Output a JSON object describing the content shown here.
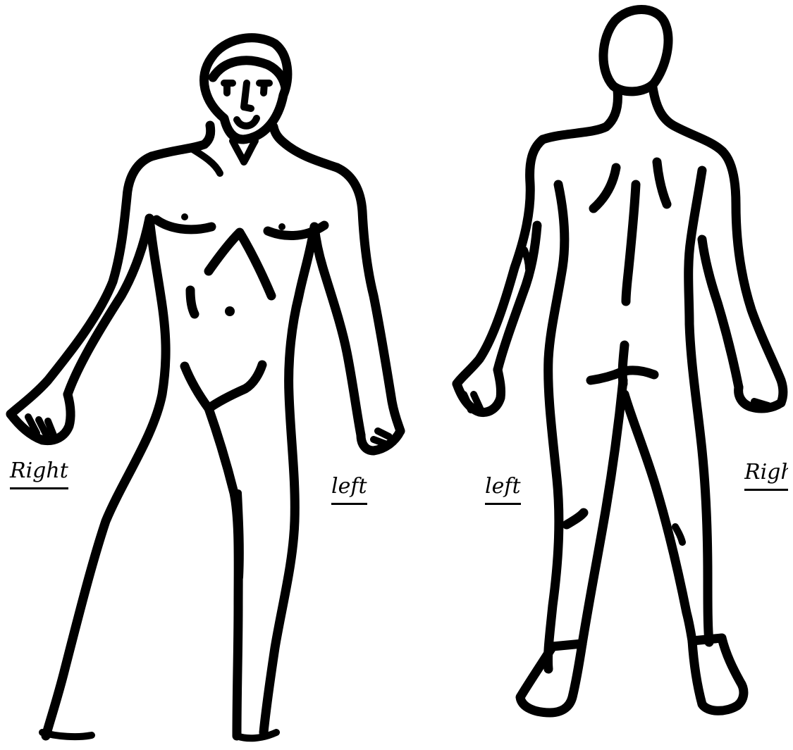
{
  "labels": {
    "front_right": "Right",
    "front_left": "left",
    "back_left": "left",
    "back_right": "Righ"
  },
  "figures": [
    {
      "view": "front",
      "icon": "human-body-front-outline"
    },
    {
      "view": "back",
      "icon": "human-body-back-outline"
    }
  ],
  "colors": {
    "ink": "#000000",
    "paper": "#ffffff"
  }
}
